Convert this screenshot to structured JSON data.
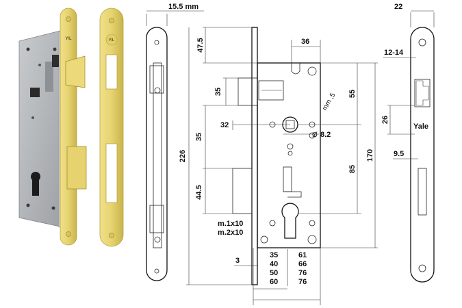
{
  "dimensions": {
    "faceplate_thickness": "15.5 mm",
    "h_47_5": "47.5",
    "h_35_top": "35",
    "h_35_mid": "35",
    "h_226": "226",
    "h_44_5": "44.5",
    "w_32": "32",
    "w_36": "36",
    "v_55": "55",
    "v_85": "85",
    "v_170": "170",
    "w_8_2": "8.2",
    "diag_label": "mm ,5",
    "w_3": "3",
    "screw_1": "m.1x10",
    "screw_2": "m.2x10",
    "backset_left": [
      "35",
      "40",
      "50",
      "60"
    ],
    "backset_right": [
      "61",
      "66",
      "76",
      "76"
    ],
    "w_22": "22",
    "w_12_14": "12-14",
    "h_26": "26",
    "w_9_5": "9.5"
  },
  "brand": "Yale",
  "logo_text": "Y/L",
  "colors": {
    "brass": "#e2cf6a",
    "brass_dark": "#b8a23a",
    "steel": "#b9bcbf",
    "steel_dark": "#8c9094",
    "line": "#222222"
  }
}
